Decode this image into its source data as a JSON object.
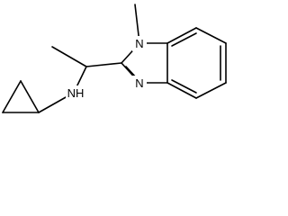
{
  "molecule": {
    "atoms": {
      "nh": {
        "label": "NH"
      },
      "n_imine": {
        "label": "N"
      },
      "n_methyl": {
        "label": "N"
      }
    },
    "colors": {
      "bond": "#000000",
      "label": "#000000",
      "background": "#ffffff"
    }
  }
}
